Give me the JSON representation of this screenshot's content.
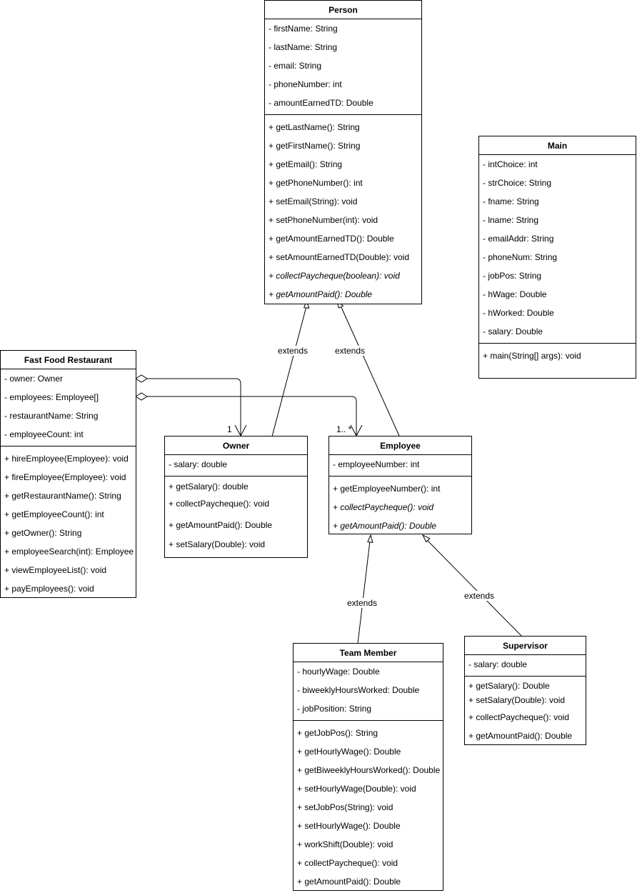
{
  "classes": {
    "person": {
      "name": "Person",
      "attributes": [
        "- firstName: String",
        "- lastName: String",
        "- email: String",
        "- phoneNumber: int",
        "- amountEarnedTD: Double"
      ],
      "methods": [
        "+ getLastName(): String",
        "+ getFirstName(): String",
        "+ getEmail(): String",
        "+ getPhoneNumber(): int",
        "+ setEmail(String): void",
        "+ setPhoneNumber(int): void",
        "+ getAmountEarnedTD(): Double",
        "+ setAmountEarnedTD(Double): void",
        "+ collectPaycheque(boolean): void",
        "+ getAmountPaid(): Double"
      ]
    },
    "main": {
      "name": "Main",
      "attributes": [
        "- intChoice: int",
        "- strChoice: String",
        "- fname: String",
        "- lname: String",
        "- emailAddr: String",
        "- phoneNum: String",
        "- jobPos: String",
        "- hWage: Double",
        "- hWorked: Double",
        "- salary: Double"
      ],
      "methods": [
        "+ main(String[] args): void"
      ]
    },
    "restaurant": {
      "name": "Fast Food Restaurant",
      "attributes": [
        "- owner: Owner",
        "- employees: Employee[]",
        "- restaurantName: String",
        "- employeeCount: int"
      ],
      "methods": [
        "+ hireEmployee(Employee): void",
        "+ fireEmployee(Employee): void",
        "+ getRestaurantName(): String",
        "+ getEmployeeCount(): int",
        "+ getOwner(): String",
        "+ employeeSearch(int): Employee",
        "+ viewEmployeeList(): void",
        "+ payEmployees(): void"
      ]
    },
    "owner": {
      "name": "Owner",
      "attributes": [
        "- salary: double"
      ],
      "methods": [
        "+ getSalary(): double",
        "+ collectPaycheque(): void",
        "+ getAmountPaid(): Double",
        "+ setSalary(Double): void"
      ]
    },
    "employee": {
      "name": "Employee",
      "attributes": [
        "- employeeNumber: int"
      ],
      "methods": [
        "+ getEmployeeNumber(): int",
        "+ collectPaycheque(): void",
        "+ getAmountPaid(): Double"
      ]
    },
    "team_member": {
      "name": "Team Member",
      "attributes": [
        "- hourlyWage: Double",
        "- biweeklyHoursWorked: Double",
        "- jobPosition: String"
      ],
      "methods": [
        "+ getJobPos(): String",
        "+ getHourlyWage(): Double",
        "+ getBiweeklyHoursWorked(): Double",
        "+ setHourlyWage(Double): void",
        "+ setJobPos(String): void",
        "+ setHourlyWage(): Double",
        "+ workShift(Double): void",
        "+ collectPaycheque(): void",
        "+ getAmountPaid(): Double"
      ]
    },
    "supervisor": {
      "name": "Supervisor",
      "attributes": [
        "- salary: double"
      ],
      "methods": [
        "+ getSalary(): Double",
        "+ setSalary(Double): void",
        "+ collectPaycheque(): void",
        "+ getAmountPaid(): Double"
      ]
    }
  },
  "relations": {
    "extends_label": "extends",
    "owner_multiplicity": "1",
    "employee_multiplicity": "1.. *"
  },
  "colors": {
    "line": "#000000",
    "background": "#ffffff"
  }
}
